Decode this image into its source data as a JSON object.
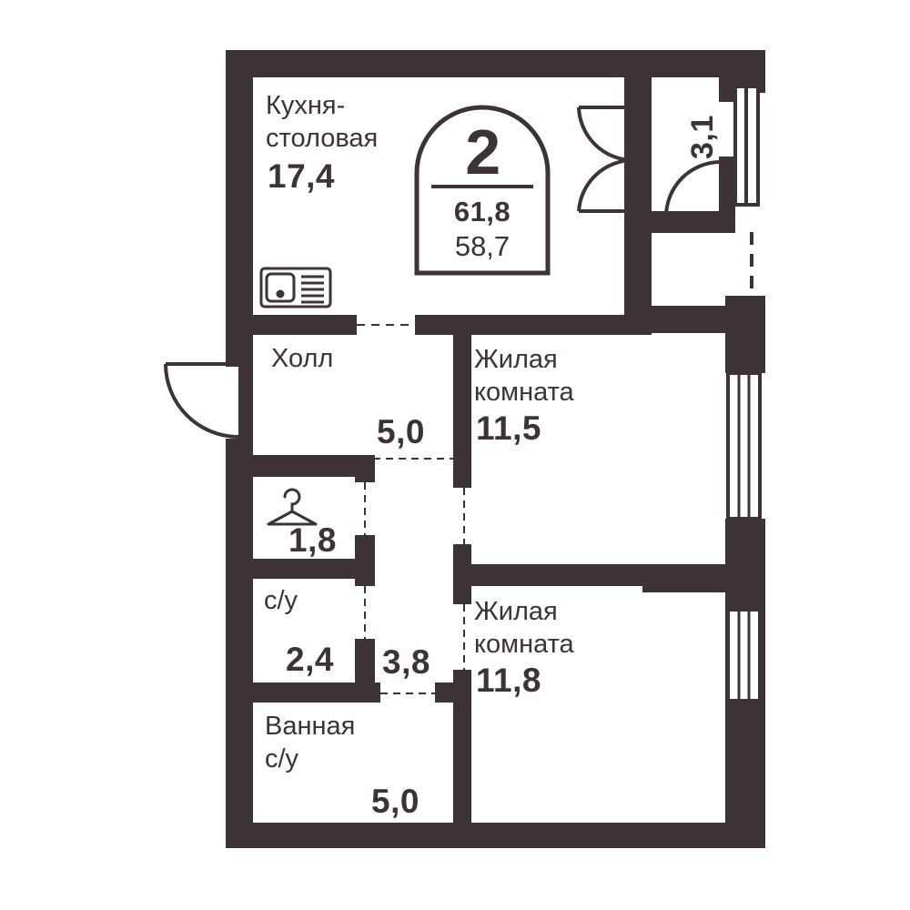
{
  "badge": {
    "rooms": "2",
    "total_area": "61,8",
    "living_area": "58,7"
  },
  "rooms": {
    "kitchen": {
      "name": "Кухня-\nстоловая",
      "area": "17,4"
    },
    "balcony": {
      "area": "3,1"
    },
    "hall": {
      "name": "Холл",
      "area": "5,0"
    },
    "living1": {
      "name": "Жилая\nкомната",
      "area": "11,5"
    },
    "wardrobe": {
      "area": "1,8"
    },
    "wc": {
      "name": "с/у",
      "area": "2,4"
    },
    "corridor": {
      "area": "3,8"
    },
    "living2": {
      "name": "Жилая\nкомната",
      "area": "11,8"
    },
    "bathroom": {
      "name": "Ванная\nс/у",
      "area": "5,0"
    }
  },
  "colors": {
    "wall": "#3d3337",
    "background": "#ffffff"
  }
}
